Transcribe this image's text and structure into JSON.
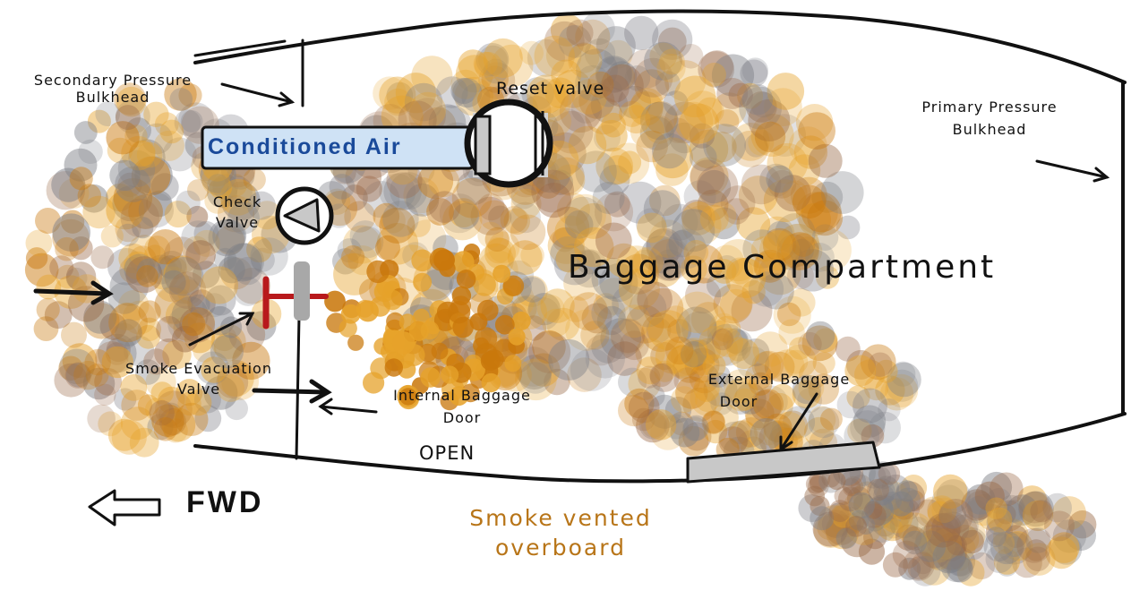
{
  "labels": {
    "secondary_bulkhead": [
      "Secondary Pressure",
      "Bulkhead"
    ],
    "conditioned_air": "Conditioned Air",
    "reset_valve": "Reset valve",
    "primary_bulkhead": [
      "Primary Pressure",
      "Bulkhead"
    ],
    "check_valve": [
      "Check",
      "Valve"
    ],
    "baggage_compartment": "Baggage Compartment",
    "smoke_evac_valve": [
      "Smoke Evacuation",
      "Valve"
    ],
    "internal_door": [
      "Internal Baggage",
      "Door"
    ],
    "internal_door_state": "OPEN",
    "external_door": [
      "External Baggage",
      "Door"
    ],
    "fwd": "FWD",
    "smoke_vented": [
      "Smoke vented",
      "overboard"
    ]
  },
  "colors": {
    "outline": "#111111",
    "smoke_orange": "#e6a22a",
    "smoke_amber": "#c9780c",
    "smoke_grey": "#7d7f86",
    "smoke_brown": "#9a6a48",
    "duct_fill": "#cfe2f5",
    "door_fill": "#c8c8c8",
    "valve_red": "#b8191c",
    "text_orange": "#b87518",
    "text_blue": "#1a4a9a"
  },
  "icons": [
    "forward-arrow-icon",
    "check-valve-icon",
    "reset-valve-icon",
    "smoke-evacuation-valve-icon"
  ]
}
